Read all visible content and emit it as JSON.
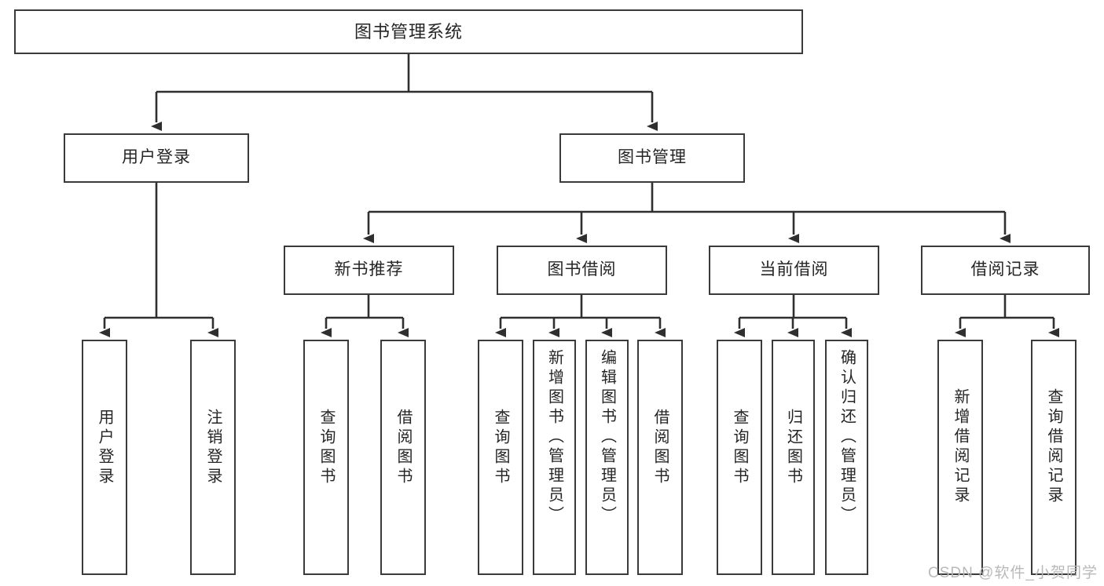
{
  "diagram": {
    "title": "图书管理系统",
    "type": "tree-hierarchy-chart",
    "root": {
      "id": "root",
      "label": "图书管理系统"
    },
    "level2": [
      {
        "id": "user-login",
        "label": "用户登录"
      },
      {
        "id": "book-manage",
        "label": "图书管理"
      }
    ],
    "level3": [
      {
        "id": "new-book-rec",
        "label": "新书推荐"
      },
      {
        "id": "book-borrow",
        "label": "图书借阅"
      },
      {
        "id": "current-borrow",
        "label": "当前借阅"
      },
      {
        "id": "borrow-record",
        "label": "借阅记录"
      }
    ],
    "leaves": [
      {
        "id": "leaf-user-login",
        "label": "用户登录",
        "parent": "user-login"
      },
      {
        "id": "leaf-logout",
        "label": "注销登录",
        "parent": "user-login"
      },
      {
        "id": "leaf-query-book-1",
        "label": "查询图书",
        "parent": "new-book-rec"
      },
      {
        "id": "leaf-borrow-book-1",
        "label": "借阅图书",
        "parent": "new-book-rec"
      },
      {
        "id": "leaf-query-book-2",
        "label": "查询图书",
        "parent": "book-borrow"
      },
      {
        "id": "leaf-add-book",
        "label": "新增图书（管理员）",
        "parent": "book-borrow"
      },
      {
        "id": "leaf-edit-book",
        "label": "编辑图书（管理员）",
        "parent": "book-borrow"
      },
      {
        "id": "leaf-borrow-book-2",
        "label": "借阅图书",
        "parent": "book-borrow"
      },
      {
        "id": "leaf-query-book-3",
        "label": "查询图书",
        "parent": "current-borrow"
      },
      {
        "id": "leaf-return-book",
        "label": "归还图书",
        "parent": "current-borrow"
      },
      {
        "id": "leaf-confirm-return",
        "label": "确认归还（管理员）",
        "parent": "current-borrow"
      },
      {
        "id": "leaf-add-record",
        "label": "新增借阅记录",
        "parent": "borrow-record"
      },
      {
        "id": "leaf-query-record",
        "label": "查询借阅记录",
        "parent": "borrow-record"
      }
    ],
    "watermark": "CSDN @软件_小贺同学",
    "colors": {
      "border": "#3a3a3a",
      "text": "#252525",
      "background": "#ffffff",
      "wire": "#2f2f2f",
      "watermark": "#b9b9b9"
    }
  }
}
